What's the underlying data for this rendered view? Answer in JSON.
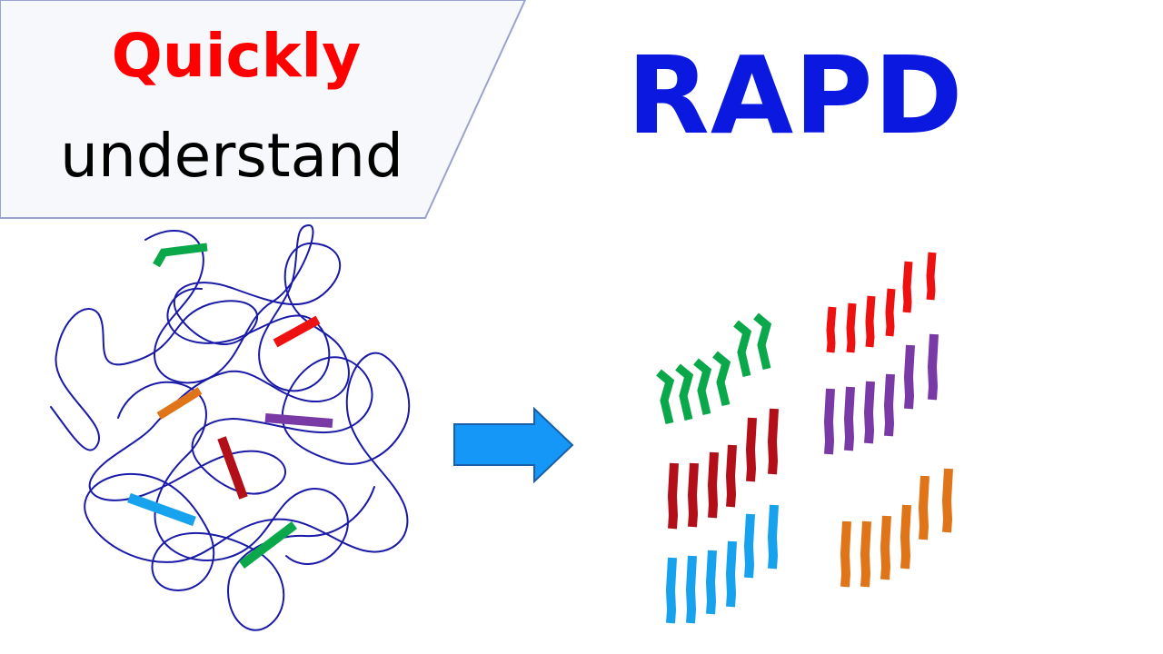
{
  "banner": {
    "line1": "Quickly",
    "line2": "understand",
    "fill": "#f7f8fb",
    "border": "#9aa3cf"
  },
  "title": "RAPD",
  "colors": {
    "line1": "#ff0000",
    "line2": "#000000",
    "title": "#0a18e0",
    "dna_strand": "#1a1aa8",
    "arrow_fill": "#1497f7",
    "arrow_stroke": "#1a5fa8",
    "green": "#0aa84a",
    "red": "#ee1111",
    "dark_red": "#b30f18",
    "orange": "#e07418",
    "purple": "#7a3aa6",
    "blue": "#16a2ec"
  },
  "icons": {
    "dna_tangle": "dna-strand-icon",
    "arrow": "right-arrow-icon"
  }
}
